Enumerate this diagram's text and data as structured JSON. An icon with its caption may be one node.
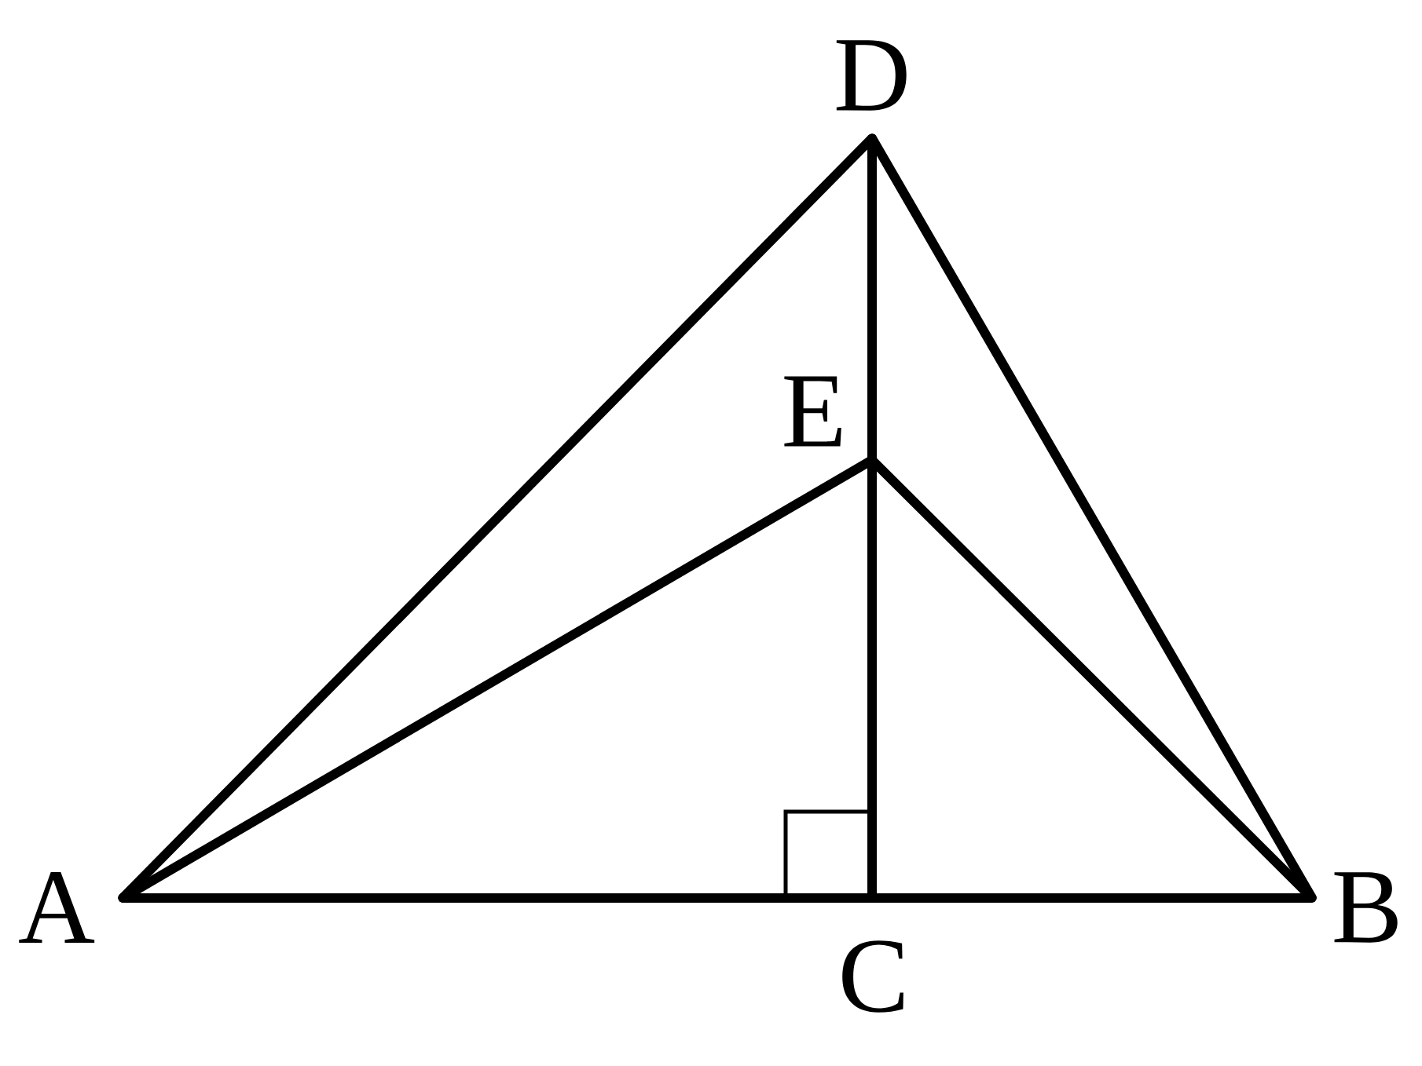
{
  "diagram": {
    "nodes": [
      {
        "text": [
          "D"
        ]
      },
      {
        "text": [
          "E"
        ]
      },
      {
        "text": [
          "A"
        ]
      },
      {
        "text": [
          "B"
        ]
      },
      {
        "text": [
          "C"
        ]
      }
    ],
    "edges": [
      {
        "from": 2,
        "to": 0,
        "arrow": "none"
      },
      {
        "from": 0,
        "to": 3,
        "arrow": "none"
      },
      {
        "from": 0,
        "to": 1,
        "arrow": "none"
      },
      {
        "from": 1,
        "to": 4,
        "arrow": "none"
      },
      {
        "from": 2,
        "to": 1,
        "arrow": "none"
      },
      {
        "from": 1,
        "to": 3,
        "arrow": "none"
      },
      {
        "from": 2,
        "to": 4,
        "arrow": "none"
      },
      {
        "from": 4,
        "to": 3,
        "arrow": "none"
      }
    ]
  }
}
